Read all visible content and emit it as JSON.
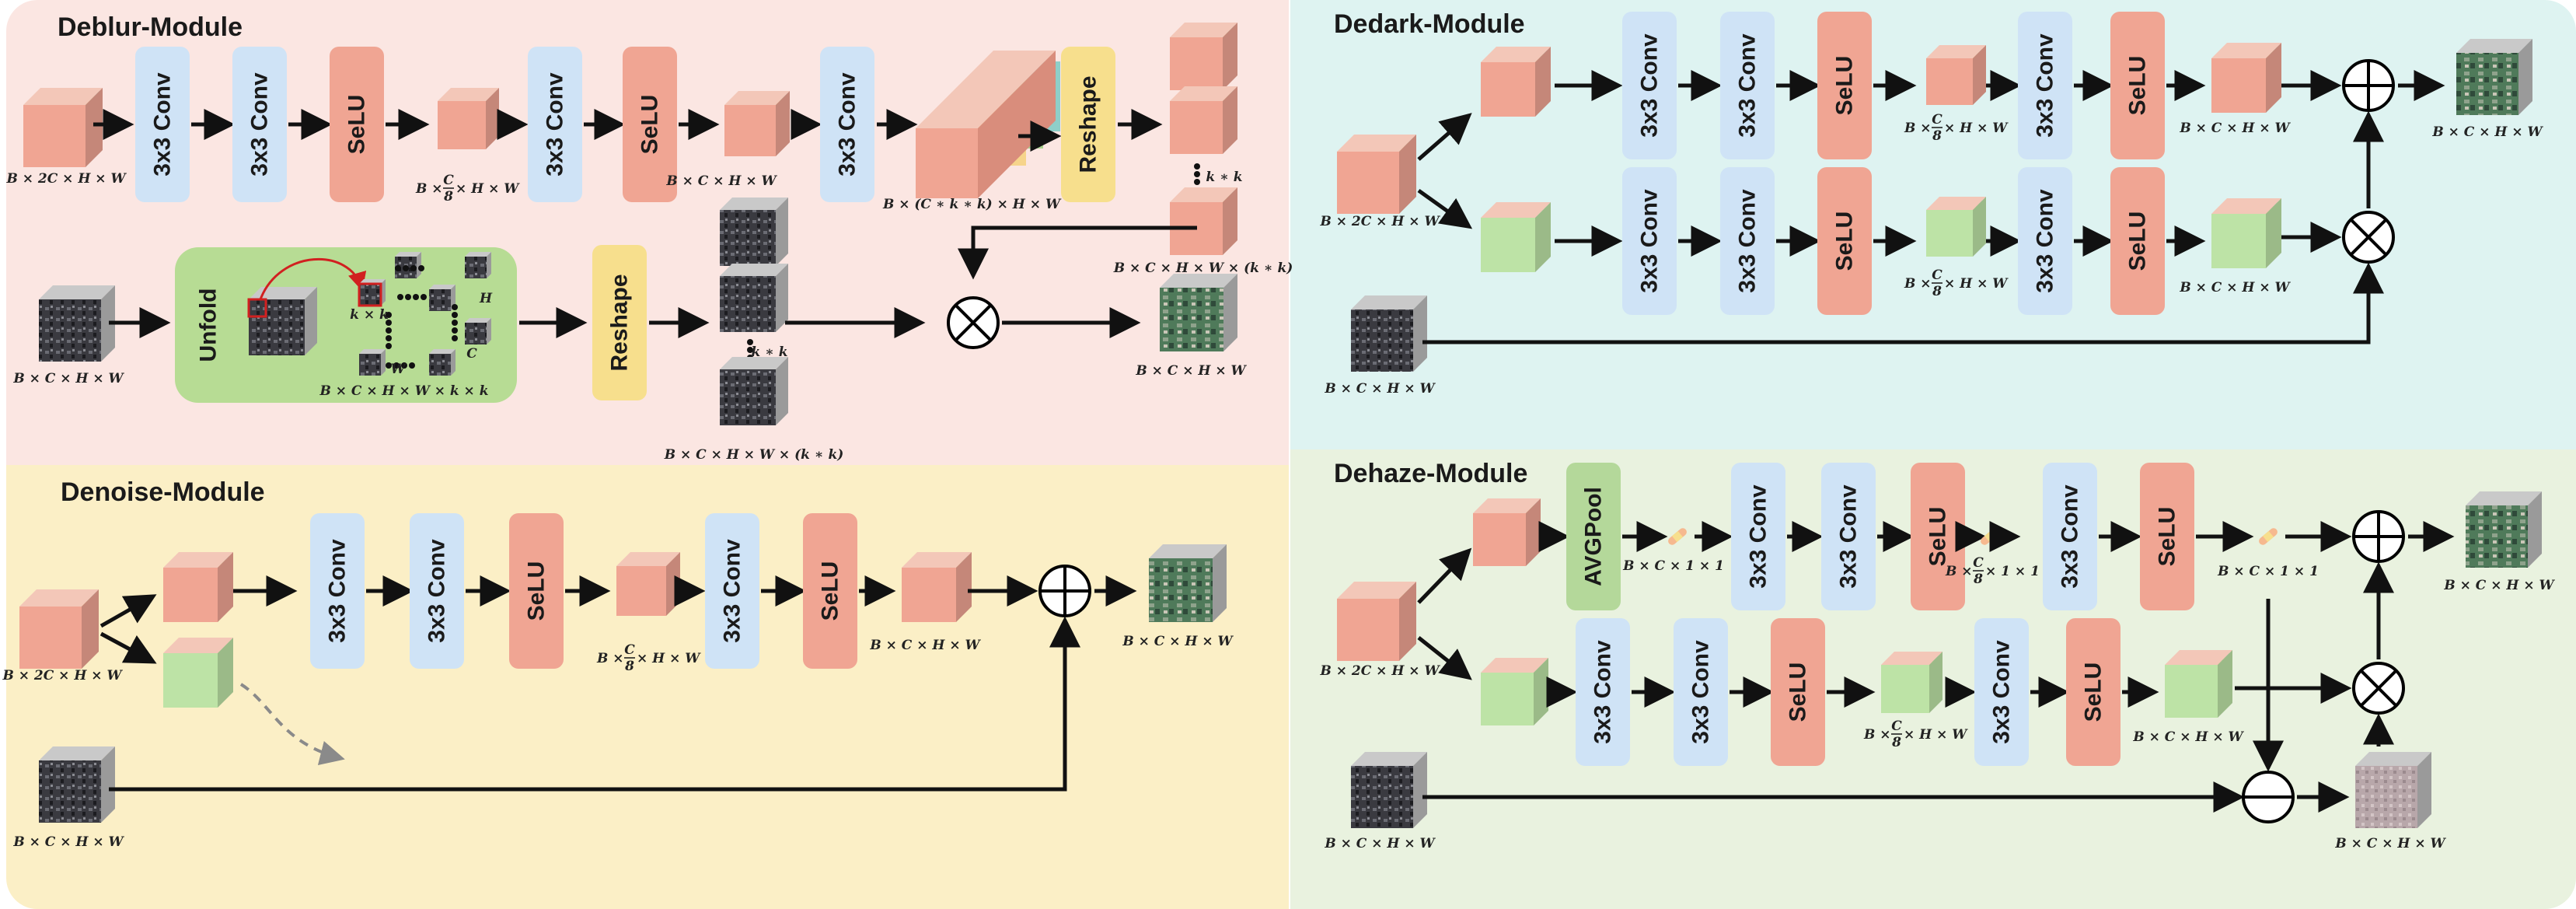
{
  "modules": {
    "deblur": {
      "title": "Deblur-Module"
    },
    "denoise": {
      "title": "Denoise-Module"
    },
    "dedark": {
      "title": "Dedark-Module"
    },
    "dehaze": {
      "title": "Dehaze-Module"
    }
  },
  "blocks": {
    "conv": "3x3 Conv",
    "selu": "SeLU",
    "reshape": "Reshape",
    "unfold": "Unfold",
    "avgpool": "AVGPool"
  },
  "dims": {
    "b2chw": "B × 2C × H × W",
    "bchw": "B × C × H × W",
    "bc8_prefix": "B × ",
    "bc8_suffix": " × H × W",
    "frac_num": "C",
    "frac_den": "8",
    "bc11": "B × C × 1 × 1",
    "bc8_11_suffix": " × 1 × 1",
    "bckkhw": "B × (C ∗ k ∗ k) × H × W",
    "bchwkk": "B × C × H × W × (k ∗ k)",
    "bchwk_k": "B × C × H × W × k × k",
    "kk": "k ∗ k",
    "k_times_k": "k × k",
    "h": "H",
    "w": "W",
    "c": "C"
  },
  "colors": {
    "conv": "#cfe3f6",
    "selu": "#f0a593",
    "reshape": "#f7df8d",
    "unfold": "#b7dc94",
    "avgpool": "#b4d89a",
    "cube_red": "#f0a593",
    "cube_green": "#bde3a6"
  }
}
